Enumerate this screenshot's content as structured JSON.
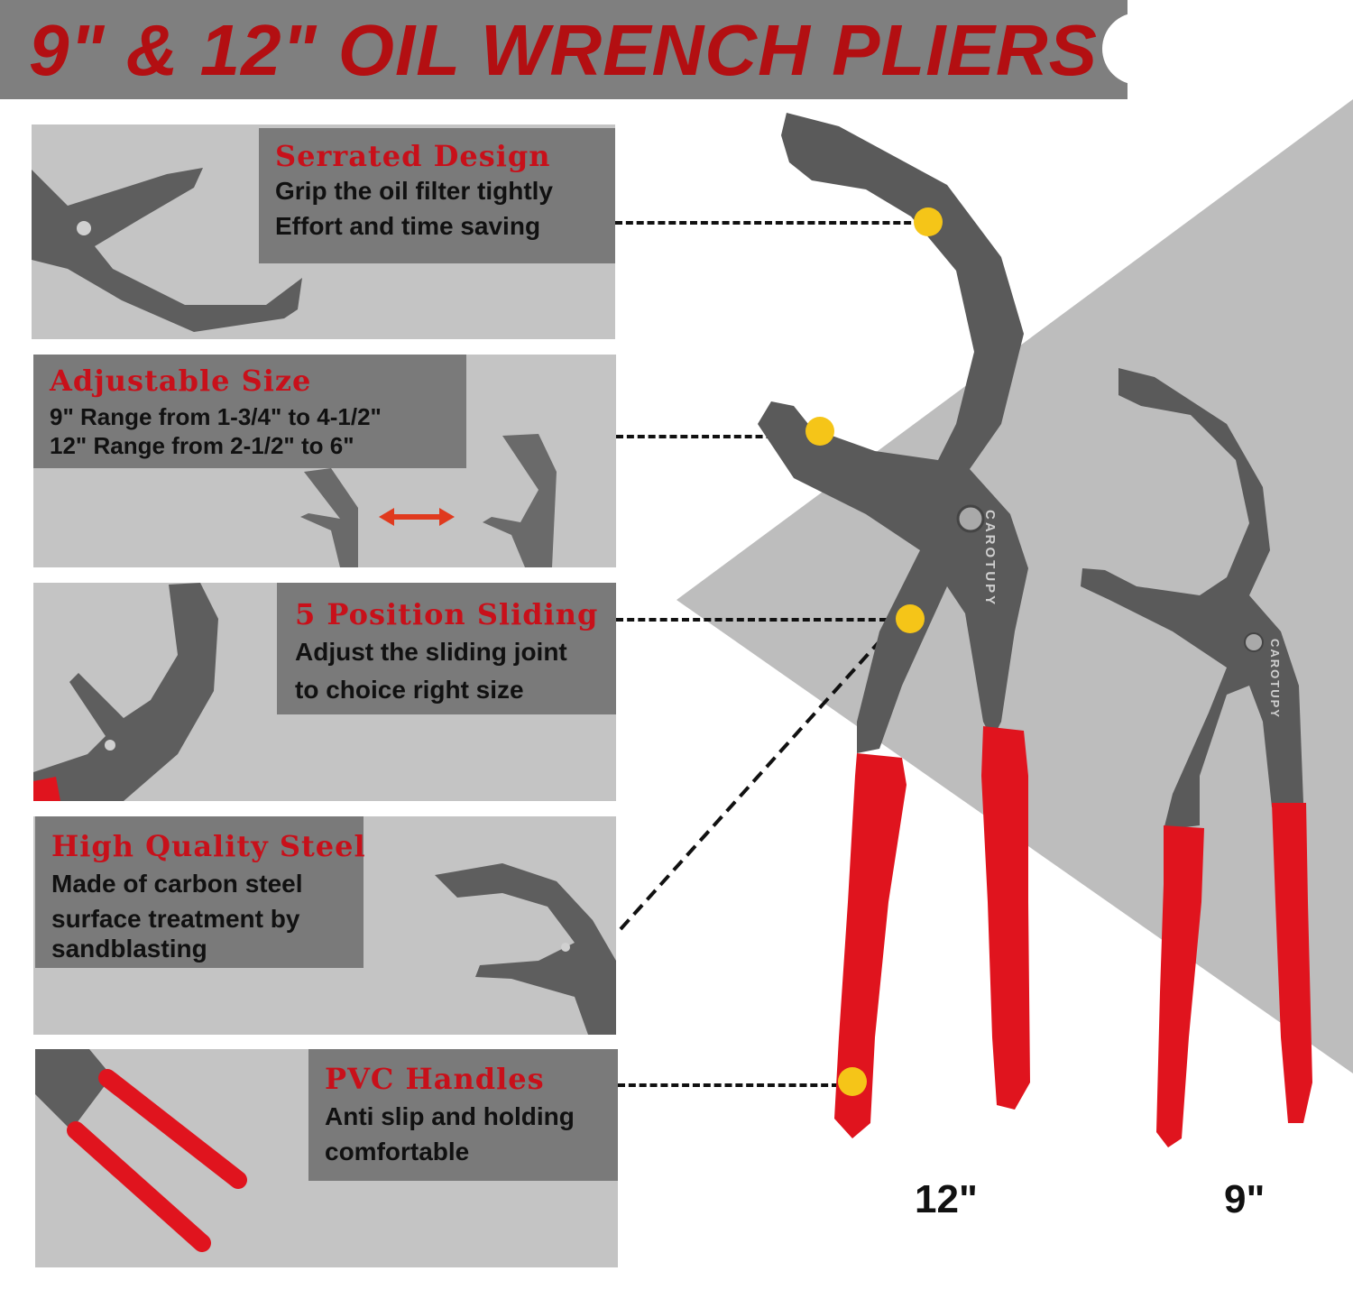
{
  "title": "9\" & 12\" OIL WRENCH PLIERS",
  "features": [
    {
      "title": "Serrated Design",
      "lines": [
        "Grip the oil filter tightly",
        "Effort and time saving"
      ]
    },
    {
      "title": "Adjustable Size",
      "lines": [
        "9\" Range from 1-3/4\" to 4-1/2\"",
        "12\" Range from 2-1/2\" to 6\""
      ]
    },
    {
      "title": "5 Position Sliding",
      "lines": [
        "Adjust the sliding joint",
        "to choice right size"
      ]
    },
    {
      "title": "High Quality Steel",
      "lines": [
        "Made of carbon steel",
        "surface treatment by",
        "sandblasting"
      ]
    },
    {
      "title": "PVC Handles",
      "lines": [
        "Anti slip and holding",
        "comfortable"
      ]
    }
  ],
  "brand_marking": "CAROTUPY",
  "sizes": [
    "12\"",
    "9\""
  ],
  "colors": {
    "accent_red": "#c8101a",
    "title_red": "#b30f12",
    "marker_yellow": "#f5c518",
    "handle_red": "#e0141e",
    "steel_gray": "#5a5a5a",
    "panel_gray": "#c4c4c4",
    "label_gray": "#7a7a7a"
  }
}
